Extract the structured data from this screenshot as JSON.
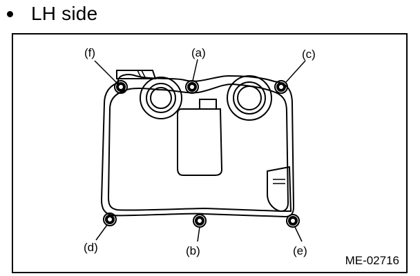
{
  "heading": {
    "text": "LH side"
  },
  "figure": {
    "callouts": {
      "a": "(a)",
      "b": "(b)",
      "c": "(c)",
      "d": "(d)",
      "e": "(e)",
      "f": "(f)"
    },
    "code": "ME-02716"
  }
}
